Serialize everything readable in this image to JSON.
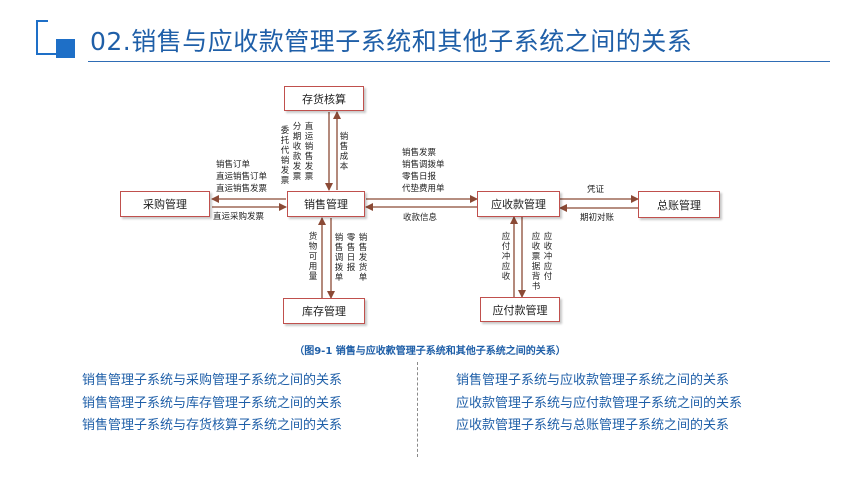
{
  "header": {
    "title": "02.销售与应收款管理子系统和其他子系统之间的关系"
  },
  "nodes": {
    "inventory_accounting": "存货核算",
    "purchase": "采购管理",
    "sales": "销售管理",
    "receivable": "应收款管理",
    "general_ledger": "总账管理",
    "warehouse": "库存管理",
    "payable": "应付款管理"
  },
  "flows": {
    "sales_to_inventory": [
      "销",
      "售",
      "成",
      "本"
    ],
    "inventory_to_sales": [
      [
        "委",
        "托",
        "代",
        "销",
        "发",
        "票"
      ],
      [
        "分",
        "期",
        "收",
        "款",
        "发",
        "票"
      ],
      [
        "直",
        "运",
        "销",
        "售",
        "发",
        "票"
      ]
    ],
    "sales_to_purchase": [
      "销售订单",
      "直运销售订单",
      "直运销售发票"
    ],
    "purchase_to_sales": "直运采购发票",
    "sales_to_receivable": [
      "销售发票",
      "销售调拨单",
      "零售日报",
      "代垫费用单"
    ],
    "receivable_to_sales": "收款信息",
    "receivable_to_ledger": "凭证",
    "ledger_to_receivable": "期初对账",
    "warehouse_to_sales": [
      "货",
      "物",
      "可",
      "用",
      "量"
    ],
    "sales_to_warehouse": [
      [
        "销",
        "售",
        "调",
        "拨",
        "单"
      ],
      [
        "零",
        "售",
        "日",
        "报"
      ],
      [
        "销",
        "售",
        "发",
        "货",
        "单"
      ]
    ],
    "payable_to_receivable": [
      "应",
      "付",
      "冲",
      "应",
      "收"
    ],
    "receivable_to_payable": [
      [
        "应",
        "收",
        "票",
        "据",
        "背",
        "书"
      ],
      [
        "应",
        "收",
        "冲",
        "应",
        "付"
      ]
    ]
  },
  "caption": "（图9-1 销售与应收款管理子系统和其他子系统之间的关系）",
  "topics_left": [
    "销售管理子系统与采购管理子系统之间的关系",
    "销售管理子系统与库存管理子系统之间的关系",
    "销售管理子系统与存货核算子系统之间的关系"
  ],
  "topics_right": [
    "销售管理子系统与应收款管理子系统之间的关系",
    "应收款管理子系统与应付款管理子系统之间的关系",
    "应收款管理子系统与总账管理子系统之间的关系"
  ],
  "colors": {
    "accent": "#1f5fa8",
    "logo": "#1e6fc7",
    "node_border": "#c0504d",
    "arrow": "#8b4a36"
  }
}
